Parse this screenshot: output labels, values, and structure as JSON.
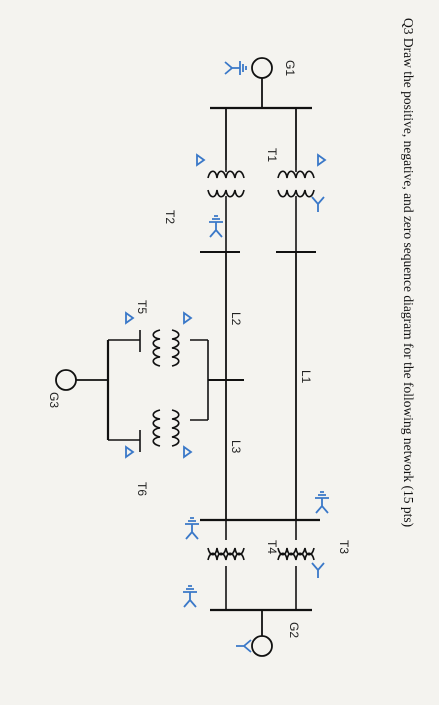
{
  "question": "Q3 Draw the positive, negative, and zero sequence diagram for the following network (15 pts)",
  "labels": {
    "g1": "G1",
    "g2": "G2",
    "g3": "G3",
    "t1": "T1",
    "t2": "T2",
    "t3": "T3",
    "t4": "T4",
    "t5": "T5",
    "t6": "T6",
    "l1": "L1",
    "l2": "L2",
    "l3": "L3"
  },
  "colors": {
    "ink": "#111111",
    "annotation": "#3a78c8"
  },
  "symbols": {
    "delta": "delta-symbol",
    "wye": "wye-symbol",
    "grounded_wye": "grounded-wye-symbol"
  }
}
